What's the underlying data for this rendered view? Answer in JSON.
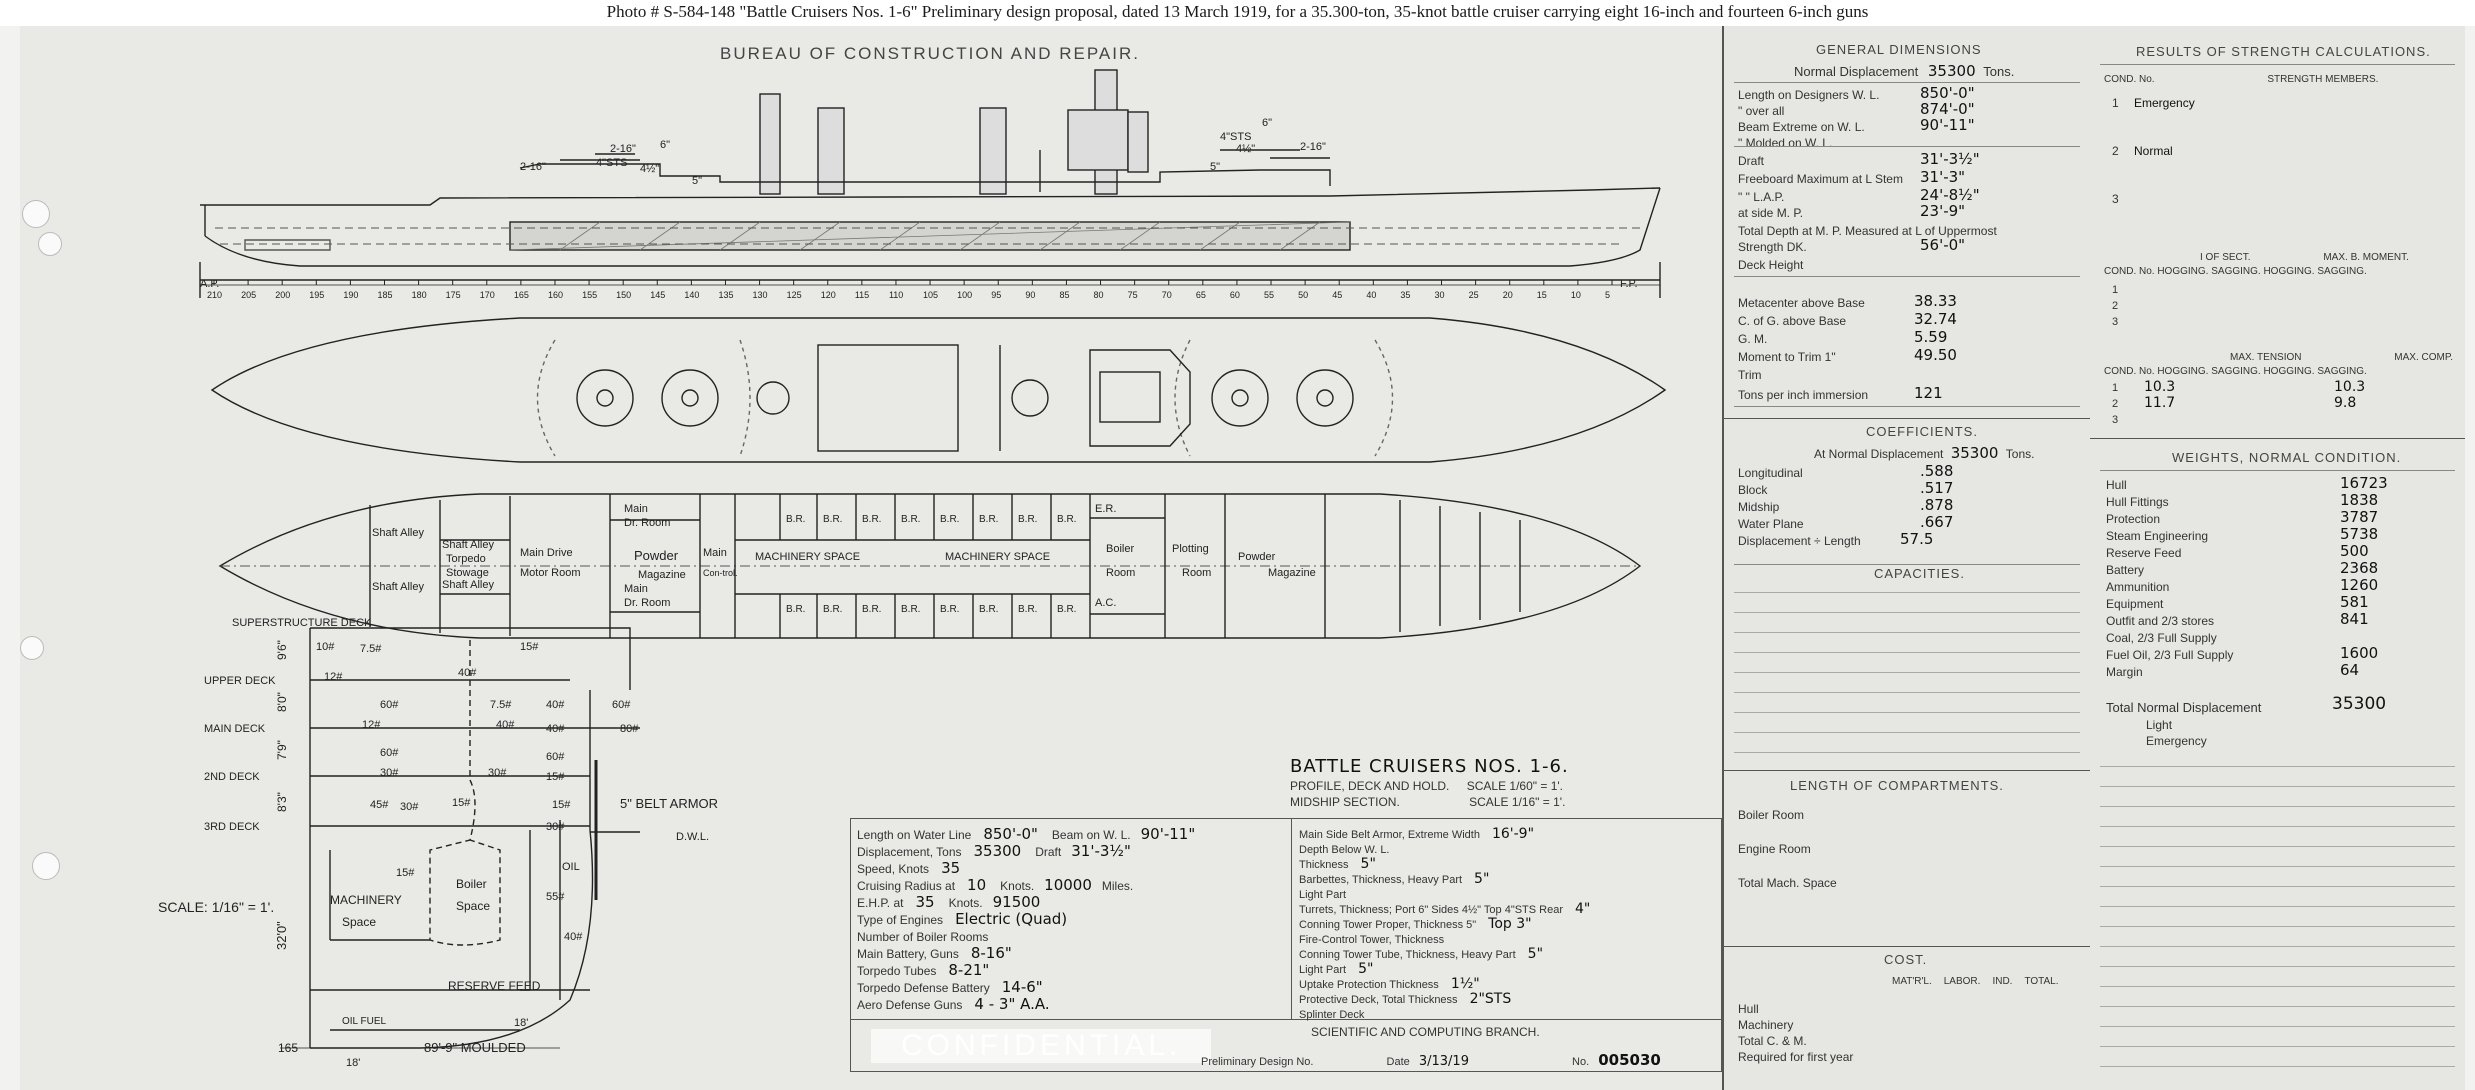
{
  "caption": "Photo # S-584-148    \"Battle Cruisers Nos. 1-6\"   Preliminary design proposal, dated 13 March 1919, for a 35.300-ton, 35-knot battle cruiser carrying eight 16-inch and fourteen 6-inch guns",
  "bureau": "BUREAU OF CONSTRUCTION AND REPAIR.",
  "profile": {
    "ap": "A.P.",
    "fp": "F.P.",
    "stations": [
      "210",
      "205",
      "200",
      "195",
      "190",
      "185",
      "180",
      "175",
      "170",
      "165",
      "160",
      "155",
      "150",
      "145",
      "140",
      "135",
      "130",
      "125",
      "120",
      "115",
      "110",
      "105",
      "100",
      "95",
      "90",
      "85",
      "80",
      "75",
      "70",
      "65",
      "60",
      "55",
      "50",
      "45",
      "40",
      "35",
      "30",
      "25",
      "20",
      "15",
      "10",
      "5"
    ],
    "gun_labels": [
      "2-16\"",
      "4\"STS",
      "6\"",
      "4½\"",
      "5\"",
      "2-16\"",
      "2-16\"",
      "4\"STS",
      "6\"",
      "4½\"",
      "5\""
    ]
  },
  "hold": {
    "br": "B.R.",
    "shaft_alley": "Shaft Alley",
    "torpedo": "Torpedo",
    "stowage": "Stowage",
    "main_drive": "Main Drive",
    "motor_room": "Motor Room",
    "main": "Main",
    "dr_room": "Dr. Room",
    "powder": "Powder",
    "magazine": "Magazine",
    "control": "Con-trol.",
    "machinery_space": "MACHINERY SPACE",
    "er": "E.R.",
    "ac": "A.C.",
    "boiler": "Boiler",
    "room": "Room",
    "plotting": "Plotting"
  },
  "midship": {
    "decks": [
      "SUPERSTRUCTURE DECK",
      "UPPER DECK",
      "MAIN DECK",
      "2ND DECK",
      "3RD DECK"
    ],
    "heights": [
      "9'6\"",
      "8'0\"",
      "7'9\"",
      "8'3\"",
      "32'0\""
    ],
    "belt": "5\" BELT ARMOR",
    "dwl": "D.W.L.",
    "machinery": "MACHINERY",
    "space": "Space",
    "boiler": "Boiler",
    "boiler_space": "Space",
    "reserve_feed": "RESERVE FEED",
    "oil": "OIL",
    "oil_fuel": "OIL FUEL",
    "moulded": "89'-9\" MOULDED",
    "base": "165",
    "scale": "SCALE: 1/16\" = 1'.",
    "weights": [
      "10#",
      "7.5#",
      "15#",
      "12#",
      "40#",
      "60#",
      "7.5#",
      "40#",
      "60#",
      "12#",
      "40#",
      "40#",
      "80#",
      "60#",
      "30#",
      "60#",
      "30#",
      "45#",
      "15#",
      "30#",
      "15#",
      "15#",
      "30#",
      "15#",
      "55#",
      "40#",
      "18'",
      "18'"
    ]
  },
  "title_block": {
    "title": "BATTLE CRUISERS NOS. 1-6.",
    "line1": "PROFILE, DECK AND HOLD.",
    "scale1": "SCALE 1/60\" = 1'.",
    "line2": "MIDSHIP SECTION.",
    "scale2": "SCALE 1/16\" = 1'."
  },
  "particulars": [
    {
      "label": "Length on Water Line",
      "value": "850'-0\"",
      "label2": "Beam on W. L.",
      "value2": "90'-11\""
    },
    {
      "label": "Displacement, Tons",
      "value": "35300",
      "label2": "Draft",
      "value2": "31'-3½\""
    },
    {
      "label": "Speed, Knots",
      "value": "35"
    },
    {
      "label": "Cruising Radius at",
      "value": "10",
      "label2": "Knots.",
      "value2": "10000",
      "label3": "Miles."
    },
    {
      "label": "E.H.P. at",
      "value": "35",
      "label2": "Knots.",
      "value2": "91500"
    },
    {
      "label": "Type of Engines",
      "value": "Electric (Quad)"
    },
    {
      "label": "Number of Boiler Rooms",
      "value": ""
    },
    {
      "label": "Main Battery, Guns",
      "value": "8-16\""
    },
    {
      "label": "Torpedo Tubes",
      "value": "8-21\""
    },
    {
      "label": "Torpedo Defense Battery",
      "value": "14-6\""
    },
    {
      "label": "Aero Defense Guns",
      "value": "4 - 3\" A.A."
    }
  ],
  "armor": [
    {
      "label": "Main Side Belt Armor, Extreme Width",
      "value": "16'-9\""
    },
    {
      "label": "Depth Below W. L.",
      "value": ""
    },
    {
      "label": "Thickness",
      "value": "5\""
    },
    {
      "label": "Barbettes, Thickness, Heavy Part",
      "value": "5\""
    },
    {
      "label": "Light Part",
      "value": ""
    },
    {
      "label": "Turrets, Thickness; Port 6\" Sides 4½\" Top 4\"STS Rear",
      "value": "4\""
    },
    {
      "label": "Conning Tower Proper, Thickness 5\"",
      "value": "Top 3\""
    },
    {
      "label": "Fire-Control Tower, Thickness",
      "value": ""
    },
    {
      "label": "Conning Tower Tube, Thickness, Heavy Part",
      "value": "5\""
    },
    {
      "label": "Light Part",
      "value": "5\""
    },
    {
      "label": "Uptake Protection Thickness",
      "value": "1½\""
    },
    {
      "label": "Protective Deck, Total Thickness",
      "value": "2\"STS"
    },
    {
      "label": "Splinter Deck",
      "value": ""
    }
  ],
  "footer": {
    "confidential": "CONFIDENTIAL.",
    "branch": "SCIENTIFIC AND COMPUTING BRANCH.",
    "prelim": "Preliminary Design No.",
    "date_label": "Date",
    "date": "3/13/19",
    "no_label": "No.",
    "no": "005030"
  },
  "general": {
    "title": "GENERAL DIMENSIONS",
    "normal_disp": "Normal Displacement",
    "tons_value": "35300",
    "tons": "Tons.",
    "rows": [
      {
        "label": "Length on Designers W. L.",
        "value": "850'-0\""
      },
      {
        "label": "\"     over all",
        "value": "874'-0\""
      },
      {
        "label": "Beam Extreme on W. L.",
        "value": "90'-11\""
      },
      {
        "label": "\"   Molded on W. L.",
        "value": ""
      },
      {
        "label": "Draft",
        "value": "31'-3½\""
      },
      {
        "label": "Freeboard Maximum at L Stem",
        "value": "31'-3\""
      },
      {
        "label": "\"     \"   L.A.P.",
        "value": "24'-8½\""
      },
      {
        "label": "at side   M. P.",
        "value": "23'-9\""
      },
      {
        "label": "Total Depth at M. P. Measured at L of Uppermost",
        "value": ""
      },
      {
        "label": "Strength DK.",
        "value": "56'-0\""
      },
      {
        "label": "Deck Height",
        "value": ""
      },
      {
        "label": "Metacenter above Base",
        "value": "38.33"
      },
      {
        "label": "C. of G. above Base",
        "value": "32.74"
      },
      {
        "label": "G. M.",
        "value": "5.59"
      },
      {
        "label": "Moment to Trim 1\"",
        "value": "49.50"
      },
      {
        "label": "Trim",
        "value": ""
      },
      {
        "label": "Tons per inch immersion",
        "value": "121"
      }
    ]
  },
  "coefficients": {
    "title": "COEFFICIENTS.",
    "sub": "At Normal Displacement",
    "sub_value": "35300",
    "tons": "Tons.",
    "rows": [
      {
        "label": "Longitudinal",
        "value": ".588"
      },
      {
        "label": "Block",
        "value": ".517"
      },
      {
        "label": "Midship",
        "value": ".878"
      },
      {
        "label": "Water Plane",
        "value": ".667"
      },
      {
        "label": "Displacement ÷ Length",
        "value": "57.5"
      }
    ]
  },
  "capacities": {
    "title": "CAPACITIES."
  },
  "compartments": {
    "title": "LENGTH OF COMPARTMENTS.",
    "rows": [
      "Boiler Room",
      "Engine Room",
      "Total Mach. Space"
    ]
  },
  "cost": {
    "title": "COST.",
    "cols": [
      "MAT'R'L.",
      "LABOR.",
      "IND.",
      "TOTAL."
    ],
    "rows": [
      "Hull",
      "Machinery",
      "Total C. & M.",
      "Required for first year"
    ]
  },
  "strength": {
    "title": "RESULTS OF STRENGTH CALCULATIONS.",
    "col1": "COND. No.",
    "col2": "STRENGTH MEMBERS.",
    "conds": [
      {
        "no": "1",
        "name": "Emergency"
      },
      {
        "no": "2",
        "name": "Normal"
      },
      {
        "no": "3",
        "name": ""
      }
    ],
    "i_sect": "I OF SECT.",
    "max_b": "MAX. B. MOMENT.",
    "hog_sag1": "COND. No.  HOGGING. SAGGING.  HOGGING. SAGGING.",
    "nums": [
      "1",
      "2",
      "3"
    ],
    "max_tension": "MAX. TENSION",
    "max_comp": "MAX. COMP.",
    "hog_sag2": "COND. No.  HOGGING. SAGGING.  HOGGING. SAGGING.",
    "tension_rows": [
      {
        "no": "1",
        "hog": "10.3",
        "comp": "10.3"
      },
      {
        "no": "2",
        "hog": "11.7",
        "comp": "9.8"
      },
      {
        "no": "3",
        "hog": "",
        "comp": ""
      }
    ]
  },
  "weights": {
    "title": "WEIGHTS, NORMAL CONDITION.",
    "rows": [
      {
        "label": "Hull",
        "value": "16723"
      },
      {
        "label": "Hull Fittings",
        "value": "1838"
      },
      {
        "label": "Protection",
        "value": "3787"
      },
      {
        "label": "Steam Engineering",
        "value": "5738"
      },
      {
        "label": "Reserve Feed",
        "value": "500"
      },
      {
        "label": "Battery",
        "value": "2368"
      },
      {
        "label": "Ammunition",
        "value": "1260"
      },
      {
        "label": "Equipment",
        "value": "581"
      },
      {
        "label": "Outfit and 2/3 stores",
        "value": "841"
      },
      {
        "label": "Coal, 2/3 Full Supply",
        "value": ""
      },
      {
        "label": "Fuel Oil, 2/3 Full Supply",
        "value": "1600"
      },
      {
        "label": "Margin",
        "value": "64"
      }
    ],
    "total_label": "Total Normal Displacement",
    "total_value": "35300",
    "light": "Light",
    "emergency": "Emergency"
  }
}
